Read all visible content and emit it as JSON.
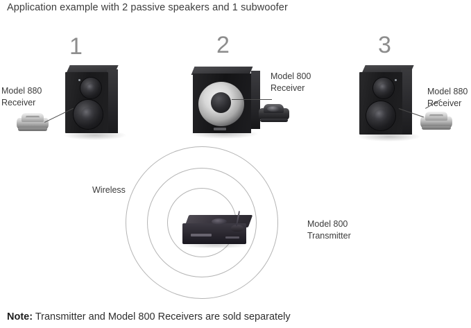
{
  "diagram": {
    "title": "Application example with 2 passive speakers and 1 subwoofer",
    "note_prefix": "Note:",
    "note_text": " Transmitter and Model 800 Receivers are sold separately",
    "background_color": "#ffffff",
    "text_color": "#3a3a3a",
    "ring_color": "#b4b4b4",
    "numeral_color": "#8d8d8d"
  },
  "numerals": [
    {
      "id": "1",
      "label": "1"
    },
    {
      "id": "2",
      "label": "2"
    },
    {
      "id": "3",
      "label": "3"
    }
  ],
  "callouts": {
    "receiver_left": "Model 880\nReceiver",
    "receiver_left_line1": "Model 880",
    "receiver_left_line2": "Receiver",
    "receiver_center_line1": "Model 800",
    "receiver_center_line2": "Receiver",
    "receiver_right_line1": "Model 880",
    "receiver_right_line2": "Receiver",
    "wireless": "Wireless",
    "transmitter_line1": "Model 800",
    "transmitter_line2": "Transmitter"
  },
  "devices": [
    {
      "name": "passive-speaker-left",
      "number": "1",
      "type": "bookshelf-speaker"
    },
    {
      "name": "subwoofer",
      "number": "2",
      "type": "subwoofer"
    },
    {
      "name": "passive-speaker-right",
      "number": "3",
      "type": "bookshelf-speaker"
    },
    {
      "name": "receiver-left",
      "model": "Model 880",
      "finish": "silver"
    },
    {
      "name": "receiver-center",
      "model": "Model 800",
      "finish": "black"
    },
    {
      "name": "receiver-right",
      "model": "Model 880",
      "finish": "silver"
    },
    {
      "name": "transmitter",
      "model": "Model 800",
      "finish": "black"
    }
  ],
  "wireless_rings": {
    "count": 3
  }
}
